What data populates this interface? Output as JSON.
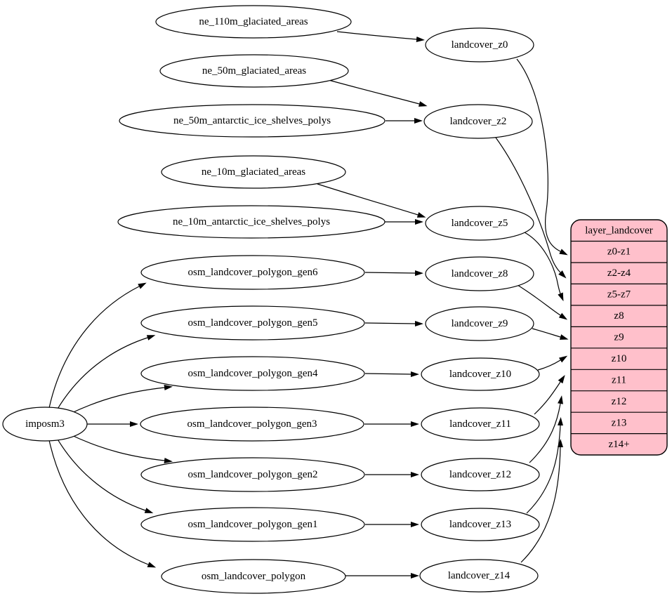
{
  "labels": {
    "imposm3": "imposm3",
    "ne_110m_glaciated_areas": "ne_110m_glaciated_areas",
    "ne_50m_glaciated_areas": "ne_50m_glaciated_areas",
    "ne_50m_antarctic_ice_shelves_polys": "ne_50m_antarctic_ice_shelves_polys",
    "ne_10m_glaciated_areas": "ne_10m_glaciated_areas",
    "ne_10m_antarctic_ice_shelves_polys": "ne_10m_antarctic_ice_shelves_polys",
    "osm_landcover_polygon_gen6": "osm_landcover_polygon_gen6",
    "osm_landcover_polygon_gen5": "osm_landcover_polygon_gen5",
    "osm_landcover_polygon_gen4": "osm_landcover_polygon_gen4",
    "osm_landcover_polygon_gen3": "osm_landcover_polygon_gen3",
    "osm_landcover_polygon_gen2": "osm_landcover_polygon_gen2",
    "osm_landcover_polygon_gen1": "osm_landcover_polygon_gen1",
    "osm_landcover_polygon": "osm_landcover_polygon",
    "landcover_z0": "landcover_z0",
    "landcover_z2": "landcover_z2",
    "landcover_z5": "landcover_z5",
    "landcover_z8": "landcover_z8",
    "landcover_z9": "landcover_z9",
    "landcover_z10": "landcover_z10",
    "landcover_z11": "landcover_z11",
    "landcover_z12": "landcover_z12",
    "landcover_z13": "landcover_z13",
    "landcover_z14": "landcover_z14"
  },
  "table": {
    "title": "layer_landcover",
    "rows": [
      "z0-z1",
      "z2-z4",
      "z5-z7",
      "z8",
      "z9",
      "z10",
      "z11",
      "z12",
      "z13",
      "z14+"
    ]
  },
  "edges": [
    [
      "imposm3",
      "osm_landcover_polygon_gen6"
    ],
    [
      "imposm3",
      "osm_landcover_polygon_gen5"
    ],
    [
      "imposm3",
      "osm_landcover_polygon_gen4"
    ],
    [
      "imposm3",
      "osm_landcover_polygon_gen3"
    ],
    [
      "imposm3",
      "osm_landcover_polygon_gen2"
    ],
    [
      "imposm3",
      "osm_landcover_polygon_gen1"
    ],
    [
      "imposm3",
      "osm_landcover_polygon"
    ],
    [
      "ne_110m_glaciated_areas",
      "landcover_z0"
    ],
    [
      "ne_50m_glaciated_areas",
      "landcover_z2"
    ],
    [
      "ne_50m_antarctic_ice_shelves_polys",
      "landcover_z2"
    ],
    [
      "ne_10m_glaciated_areas",
      "landcover_z5"
    ],
    [
      "ne_10m_antarctic_ice_shelves_polys",
      "landcover_z5"
    ],
    [
      "osm_landcover_polygon_gen6",
      "landcover_z8"
    ],
    [
      "osm_landcover_polygon_gen5",
      "landcover_z9"
    ],
    [
      "osm_landcover_polygon_gen4",
      "landcover_z10"
    ],
    [
      "osm_landcover_polygon_gen3",
      "landcover_z11"
    ],
    [
      "osm_landcover_polygon_gen2",
      "landcover_z12"
    ],
    [
      "osm_landcover_polygon_gen1",
      "landcover_z13"
    ],
    [
      "osm_landcover_polygon",
      "landcover_z14"
    ],
    [
      "landcover_z0",
      "layer_landcover.z0-z1"
    ],
    [
      "landcover_z2",
      "layer_landcover.z2-z4"
    ],
    [
      "landcover_z5",
      "layer_landcover.z5-z7"
    ],
    [
      "landcover_z8",
      "layer_landcover.z8"
    ],
    [
      "landcover_z9",
      "layer_landcover.z9"
    ],
    [
      "landcover_z10",
      "layer_landcover.z10"
    ],
    [
      "landcover_z11",
      "layer_landcover.z11"
    ],
    [
      "landcover_z12",
      "layer_landcover.z12"
    ],
    [
      "landcover_z13",
      "layer_landcover.z13"
    ],
    [
      "landcover_z14",
      "layer_landcover.z14+"
    ]
  ],
  "colors": {
    "table_fill": "#ffc0cb",
    "node_fill": "#ffffff",
    "stroke": "#000000",
    "background": "#ffffff"
  }
}
